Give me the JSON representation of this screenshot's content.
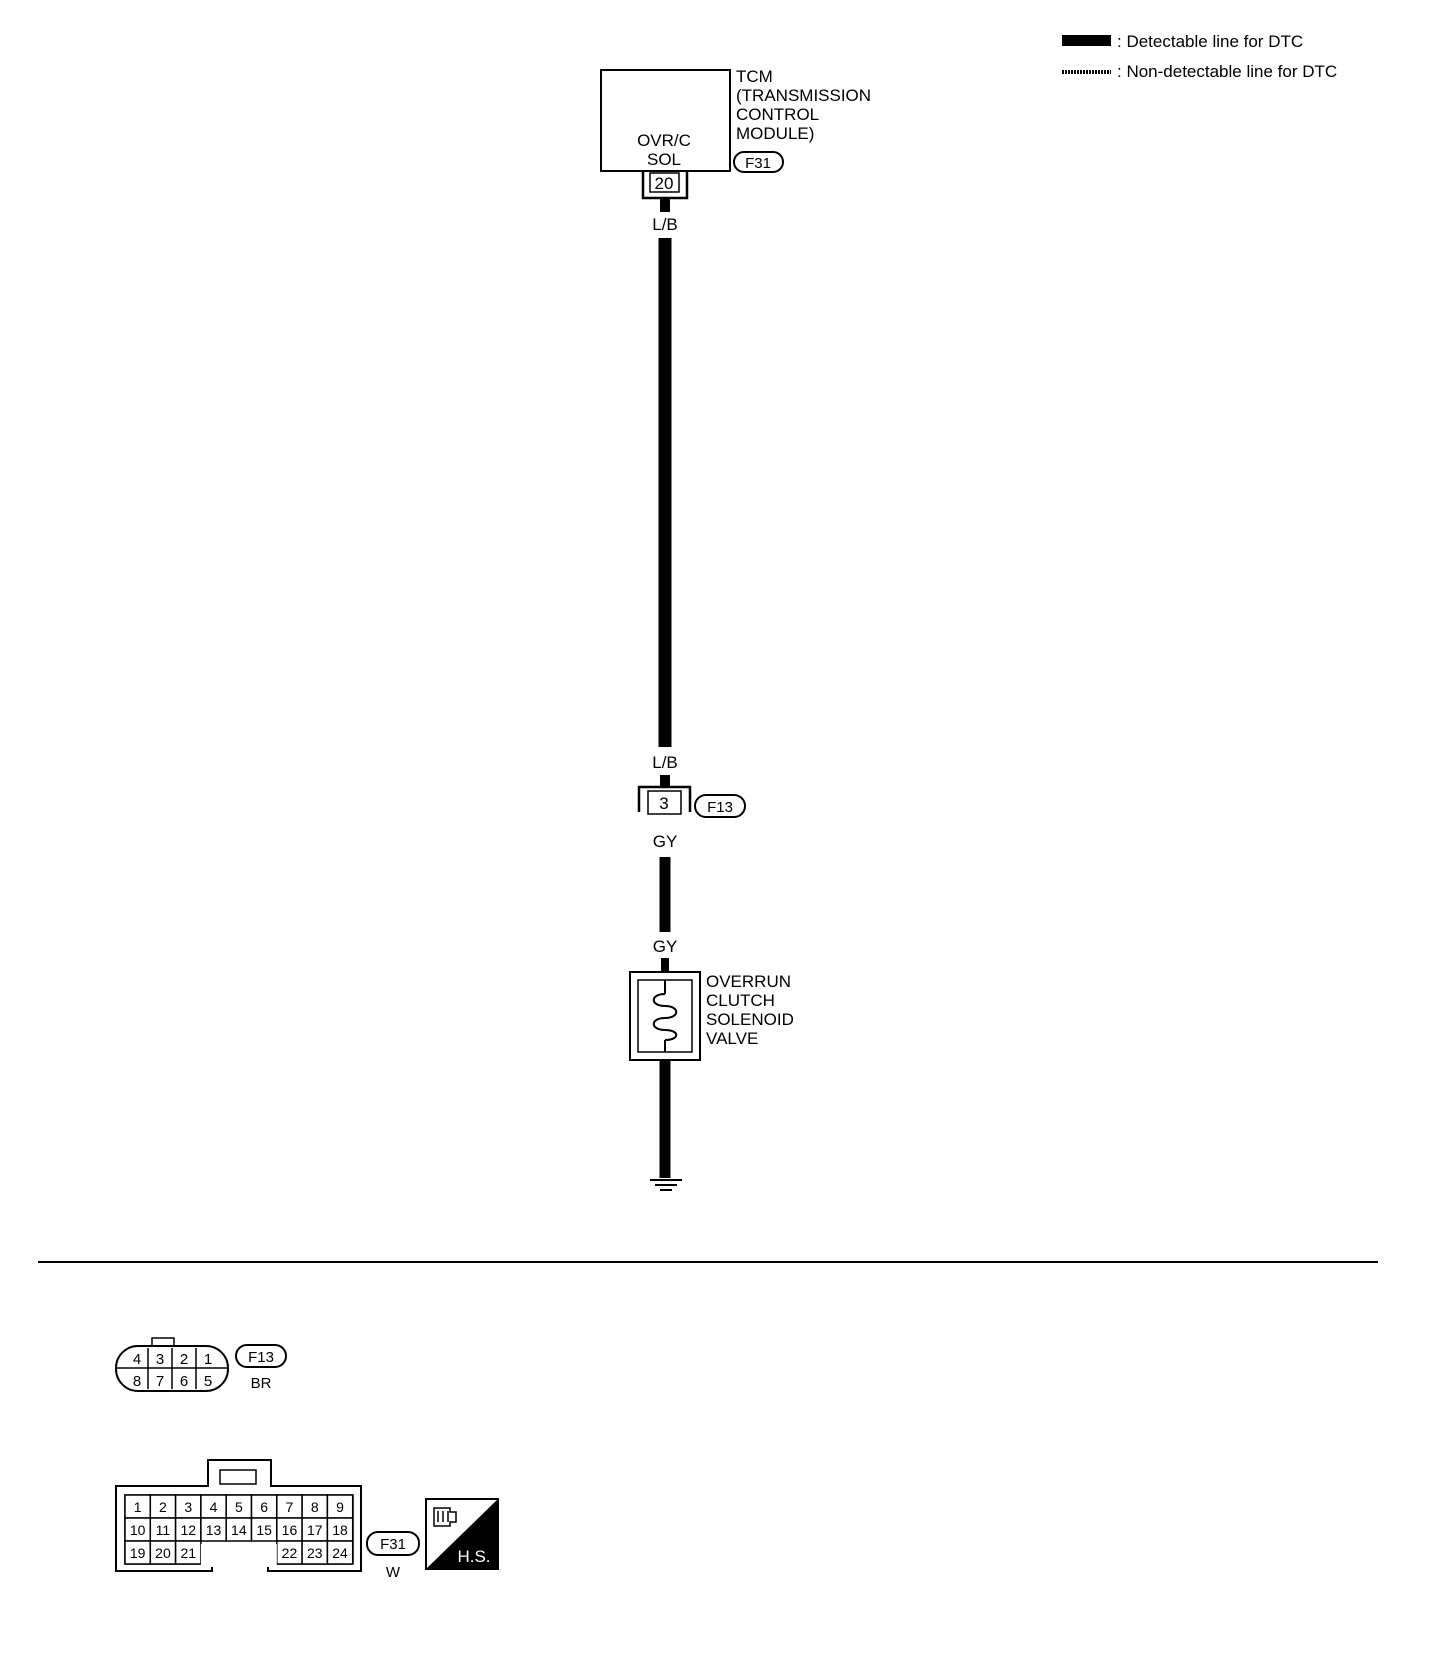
{
  "legend": {
    "detectable": ": Detectable line for DTC",
    "non_detectable": ": Non-detectable line for DTC"
  },
  "tcm": {
    "name_lines": [
      "TCM",
      "(TRANSMISSION",
      "CONTROL",
      "MODULE)"
    ],
    "inner_lines": [
      "OVR/C",
      "SOL"
    ],
    "connector": "F31",
    "terminal": "20"
  },
  "wire_top": {
    "color_upper": "L/B",
    "color_lower": "L/B"
  },
  "joint": {
    "terminal": "3",
    "connector": "F13",
    "color_out": "GY"
  },
  "wire_bottom": {
    "color_upper": "GY"
  },
  "solenoid": {
    "name_lines": [
      "OVERRUN",
      "CLUTCH",
      "SOLENOID",
      "VALVE"
    ]
  },
  "connectors": {
    "f13": {
      "id": "F13",
      "color": "BR",
      "top_row": [
        "4",
        "3",
        "2",
        "1"
      ],
      "bottom_row": [
        "8",
        "7",
        "6",
        "5"
      ]
    },
    "f31": {
      "id": "F31",
      "color": "W",
      "row1": [
        "1",
        "2",
        "3",
        "4",
        "5",
        "6",
        "7",
        "8",
        "9"
      ],
      "row2": [
        "10",
        "11",
        "12",
        "13",
        "14",
        "15",
        "16",
        "17",
        "18"
      ],
      "row3_left": [
        "19",
        "20",
        "21"
      ],
      "row3_right": [
        "22",
        "23",
        "24"
      ],
      "badge": "H.S."
    }
  }
}
